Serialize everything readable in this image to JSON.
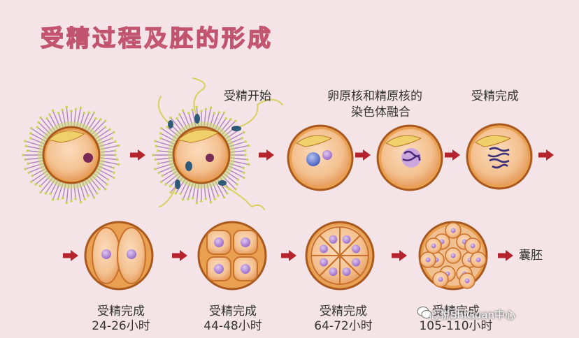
{
  "title": "受精过程及胚的形成",
  "labels": {
    "fert_start": "受精开始",
    "pronuclei_line1": "卵原核和精原核的",
    "pronuclei_line2": "染色体融合",
    "fert_done_top": "受精完成",
    "blastocyst": "囊胚"
  },
  "stages": [
    {
      "name": "受精完成",
      "time": "24-26小时"
    },
    {
      "name": "受精完成",
      "time": "44-48小时"
    },
    {
      "name": "受精完成",
      "time": "64-72小时"
    },
    {
      "name": "受精完成",
      "time": "105-110小时"
    }
  ],
  "watermark": "心悦ShiGuan中心",
  "colors": {
    "background": "#f4e4e8",
    "cell_fill": "#f6c9a0",
    "cell_border": "#c9702a",
    "nucleus": "#b48ad6",
    "arrow": "#b5242c",
    "corona": "#c8d45a"
  }
}
